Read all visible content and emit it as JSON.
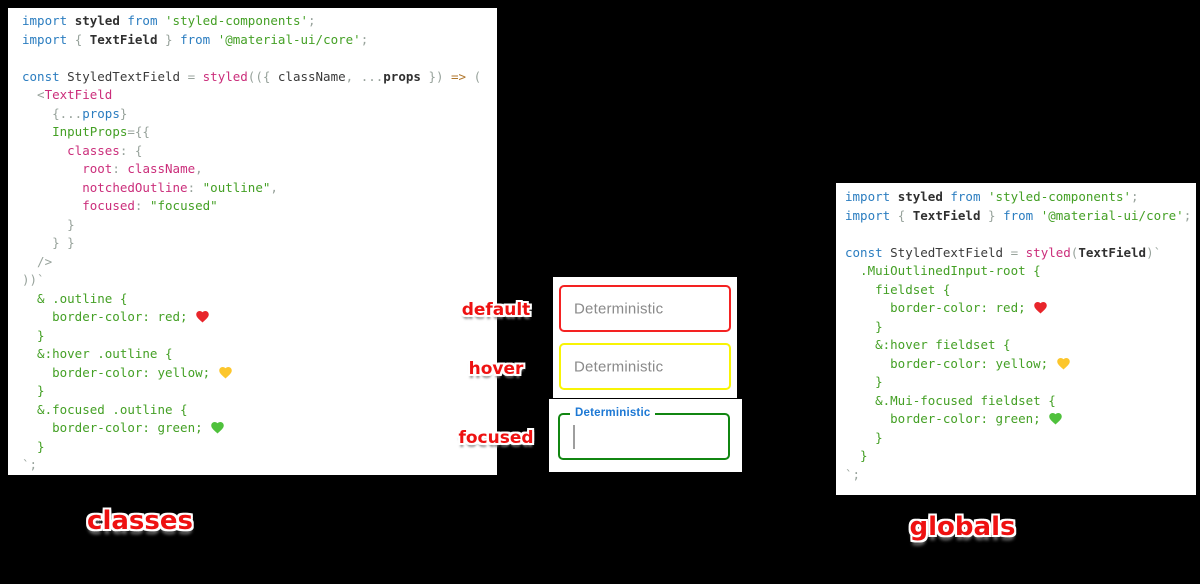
{
  "palette": {
    "page_background": "#000000",
    "panel_background": "#ffffff",
    "annotation_red": "#ee1111",
    "syntax": {
      "blue": "#2b7dc0",
      "dark": "#3a3a3a",
      "darkb": "#303030",
      "green": "#44a025",
      "magenta": "#cb2e7b",
      "gray": "#98a39c",
      "orange": "#b0762b"
    },
    "hearts": {
      "red": "#e8252b",
      "yellow": "#fcc62c",
      "green": "#4fc13c"
    }
  },
  "left_panel": {
    "lines": [
      [
        {
          "t": "import ",
          "c": "blue"
        },
        {
          "t": "styled ",
          "c": "darkb"
        },
        {
          "t": "from ",
          "c": "blue"
        },
        {
          "t": "'styled-components'",
          "c": "green"
        },
        {
          "t": ";",
          "c": "gray"
        }
      ],
      [
        {
          "t": "import ",
          "c": "blue"
        },
        {
          "t": "{ ",
          "c": "gray"
        },
        {
          "t": "TextField ",
          "c": "darkb"
        },
        {
          "t": "} ",
          "c": "gray"
        },
        {
          "t": "from ",
          "c": "blue"
        },
        {
          "t": "'@material-ui/core'",
          "c": "green"
        },
        {
          "t": ";",
          "c": "gray"
        }
      ],
      [],
      [
        {
          "t": "const ",
          "c": "blue"
        },
        {
          "t": "StyledTextField ",
          "c": "dark"
        },
        {
          "t": "= ",
          "c": "gray"
        },
        {
          "t": "styled",
          "c": "magenta"
        },
        {
          "t": "(({ ",
          "c": "gray"
        },
        {
          "t": "className",
          "c": "dark"
        },
        {
          "t": ", ...",
          "c": "gray"
        },
        {
          "t": "props ",
          "c": "darkb"
        },
        {
          "t": "}) ",
          "c": "gray"
        },
        {
          "t": "=> ",
          "c": "orange"
        },
        {
          "t": "(",
          "c": "gray"
        }
      ],
      [
        {
          "t": "  <",
          "c": "gray"
        },
        {
          "t": "TextField",
          "c": "magenta"
        }
      ],
      [
        {
          "t": "    {...",
          "c": "gray"
        },
        {
          "t": "props",
          "c": "blue"
        },
        {
          "t": "}",
          "c": "gray"
        }
      ],
      [
        {
          "t": "    ",
          "c": "gray"
        },
        {
          "t": "InputProps",
          "c": "green"
        },
        {
          "t": "={{",
          "c": "gray"
        }
      ],
      [
        {
          "t": "      ",
          "c": "gray"
        },
        {
          "t": "classes",
          "c": "magenta"
        },
        {
          "t": ": {",
          "c": "gray"
        }
      ],
      [
        {
          "t": "        ",
          "c": "gray"
        },
        {
          "t": "root",
          "c": "magenta"
        },
        {
          "t": ": ",
          "c": "gray"
        },
        {
          "t": "className",
          "c": "magenta"
        },
        {
          "t": ",",
          "c": "gray"
        }
      ],
      [
        {
          "t": "        ",
          "c": "gray"
        },
        {
          "t": "notchedOutline",
          "c": "magenta"
        },
        {
          "t": ": ",
          "c": "gray"
        },
        {
          "t": "\"outline\"",
          "c": "green"
        },
        {
          "t": ",",
          "c": "gray"
        }
      ],
      [
        {
          "t": "        ",
          "c": "gray"
        },
        {
          "t": "focused",
          "c": "magenta"
        },
        {
          "t": ": ",
          "c": "gray"
        },
        {
          "t": "\"focused\"",
          "c": "green"
        }
      ],
      [
        {
          "t": "      }",
          "c": "gray"
        }
      ],
      [
        {
          "t": "    } }",
          "c": "gray"
        }
      ],
      [
        {
          "t": "  />",
          "c": "gray"
        }
      ],
      [
        {
          "t": "))`",
          "c": "gray"
        }
      ],
      [
        {
          "t": "  & .outline {",
          "c": "green"
        }
      ],
      [
        {
          "t": "    border-color: red; ",
          "c": "green"
        },
        {
          "h": "red"
        }
      ],
      [
        {
          "t": "  }",
          "c": "green"
        }
      ],
      [
        {
          "t": "  &:hover .outline {",
          "c": "green"
        }
      ],
      [
        {
          "t": "    border-color: yellow; ",
          "c": "green"
        },
        {
          "h": "yellow"
        }
      ],
      [
        {
          "t": "  }",
          "c": "green"
        }
      ],
      [
        {
          "t": "  &.focused .outline {",
          "c": "green"
        }
      ],
      [
        {
          "t": "    border-color: green; ",
          "c": "green"
        },
        {
          "h": "green"
        }
      ],
      [
        {
          "t": "  }",
          "c": "green"
        }
      ],
      [
        {
          "t": "`;",
          "c": "gray"
        }
      ]
    ]
  },
  "right_panel": {
    "lines": [
      [
        {
          "t": "import ",
          "c": "blue"
        },
        {
          "t": "styled ",
          "c": "darkb"
        },
        {
          "t": "from ",
          "c": "blue"
        },
        {
          "t": "'styled-components'",
          "c": "green"
        },
        {
          "t": ";",
          "c": "gray"
        }
      ],
      [
        {
          "t": "import ",
          "c": "blue"
        },
        {
          "t": "{ ",
          "c": "gray"
        },
        {
          "t": "TextField ",
          "c": "darkb"
        },
        {
          "t": "} ",
          "c": "gray"
        },
        {
          "t": "from ",
          "c": "blue"
        },
        {
          "t": "'@material-ui/core'",
          "c": "green"
        },
        {
          "t": ";",
          "c": "gray"
        }
      ],
      [],
      [
        {
          "t": "const ",
          "c": "blue"
        },
        {
          "t": "StyledTextField ",
          "c": "dark"
        },
        {
          "t": "= ",
          "c": "gray"
        },
        {
          "t": "styled",
          "c": "magenta"
        },
        {
          "t": "(",
          "c": "gray"
        },
        {
          "t": "TextField",
          "c": "darkb"
        },
        {
          "t": ")`",
          "c": "gray"
        }
      ],
      [
        {
          "t": "  .MuiOutlinedInput-root {",
          "c": "green"
        }
      ],
      [
        {
          "t": "    fieldset {",
          "c": "green"
        }
      ],
      [
        {
          "t": "      border-color: red; ",
          "c": "green"
        },
        {
          "h": "red"
        }
      ],
      [
        {
          "t": "    }",
          "c": "green"
        }
      ],
      [
        {
          "t": "    &:hover fieldset {",
          "c": "green"
        }
      ],
      [
        {
          "t": "      border-color: yellow; ",
          "c": "green"
        },
        {
          "h": "yellow"
        }
      ],
      [
        {
          "t": "    }",
          "c": "green"
        }
      ],
      [
        {
          "t": "    &.Mui-focused fieldset {",
          "c": "green"
        }
      ],
      [
        {
          "t": "      border-color: green; ",
          "c": "green"
        },
        {
          "h": "green"
        }
      ],
      [
        {
          "t": "    }",
          "c": "green"
        }
      ],
      [
        {
          "t": "  }",
          "c": "green"
        }
      ],
      [
        {
          "t": "`;",
          "c": "gray"
        }
      ]
    ]
  },
  "preview": {
    "placeholder": "Deterministic",
    "floating_label": "Deterministic",
    "floating_label_color": "#1c78d4",
    "cursor_color": "#9e9e9e",
    "state_labels": [
      {
        "text": "default"
      },
      {
        "text": "hover"
      },
      {
        "text": "focused"
      }
    ],
    "fields": [
      {
        "state": "default",
        "border": "#f42222"
      },
      {
        "state": "hover",
        "border": "#f8f405"
      },
      {
        "state": "focused",
        "border": "#118611"
      }
    ]
  },
  "captions": {
    "left": "classes",
    "right": "globals"
  }
}
